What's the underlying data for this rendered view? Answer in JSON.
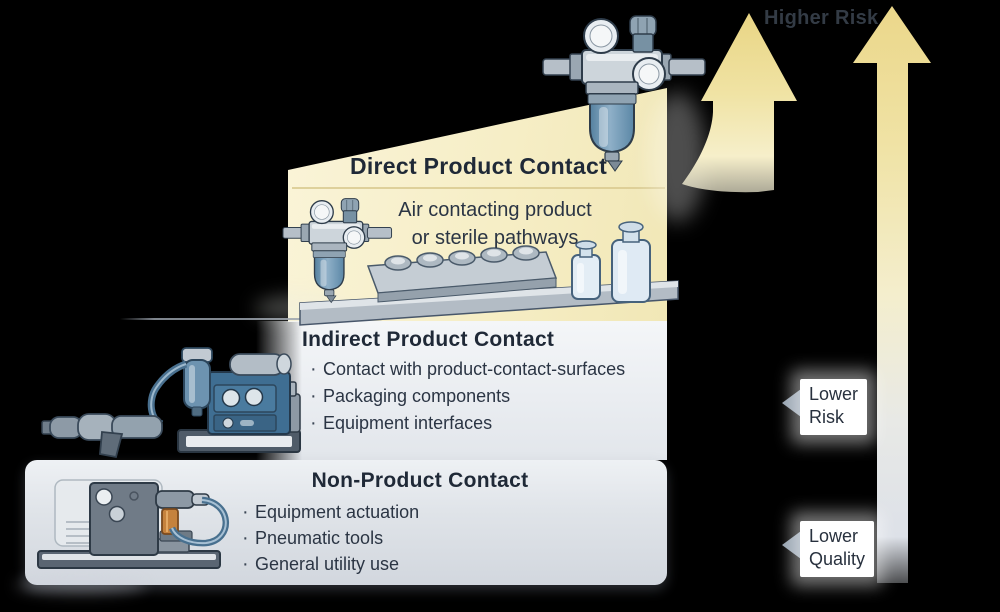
{
  "higher_risk": {
    "label": "Higher Risk"
  },
  "direct": {
    "title": "Direct Product Contact",
    "line1": "Air contacting product",
    "line2": "or sterile pathways"
  },
  "indirect": {
    "title": "Indirect Product Contact",
    "bullets": [
      "Contact with product-contact-surfaces",
      "Packaging components",
      "Equipment interfaces"
    ]
  },
  "non_product": {
    "title": "Non-Product Contact",
    "bullets": [
      "Equipment actuation",
      "Pneumatic tools",
      "General utility use"
    ]
  },
  "labels": {
    "lower_risk": {
      "line1": "Lower",
      "line2": "Risk"
    },
    "lower_quality": {
      "line1": "Lower",
      "line2": "Quality"
    }
  },
  "bullet_char": "·",
  "icons": [
    "filter-regulator-icon",
    "small-filter-regulator-icon",
    "conveyor-icon",
    "vial-icon",
    "compressor-icon",
    "pneumatic-tool-icon",
    "actuator-icon",
    "up-arrow-swoosh",
    "up-arrow-long"
  ],
  "colors": {
    "background": "#000000",
    "direct_bg": "#f6eec6",
    "indirect_bg": "#eaedf1",
    "non_product_bg": "#dde1e7",
    "arrow_yellow": "#ecd98e",
    "arrow_fade_gray": "#dde1e8",
    "title_text": "#1f2937",
    "body_text": "#2b3544",
    "label_pointer": "#93a0ae",
    "separator": "#d9ca90"
  }
}
